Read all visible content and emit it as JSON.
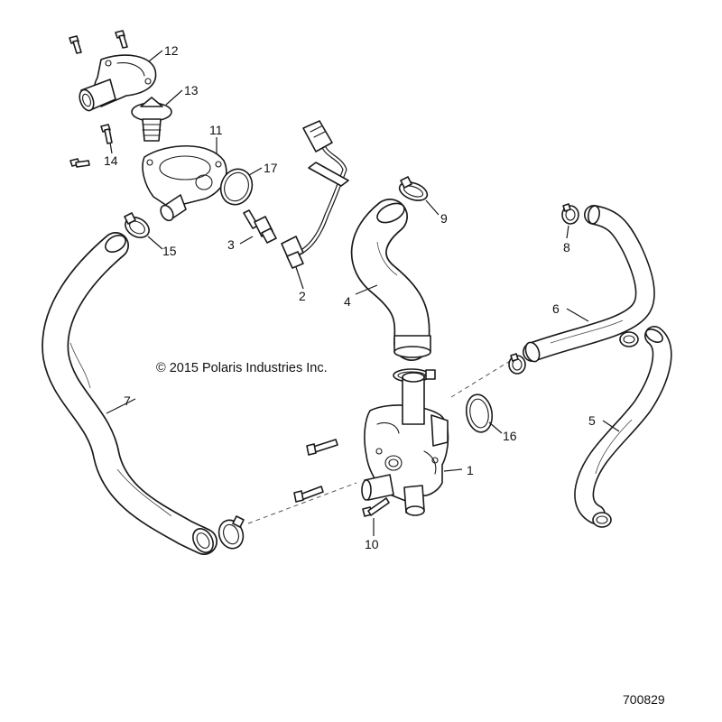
{
  "copyright": "© 2015 Polaris Industries Inc.",
  "document_number": "700829",
  "callouts": {
    "c1": "1",
    "c2": "2",
    "c3": "3",
    "c4": "4",
    "c5": "5",
    "c6": "6",
    "c7": "7",
    "c8": "8",
    "c9": "9",
    "c10": "10",
    "c11": "11",
    "c12": "12",
    "c13": "13",
    "c14": "14",
    "c15": "15",
    "c16": "16",
    "c17": "17"
  }
}
